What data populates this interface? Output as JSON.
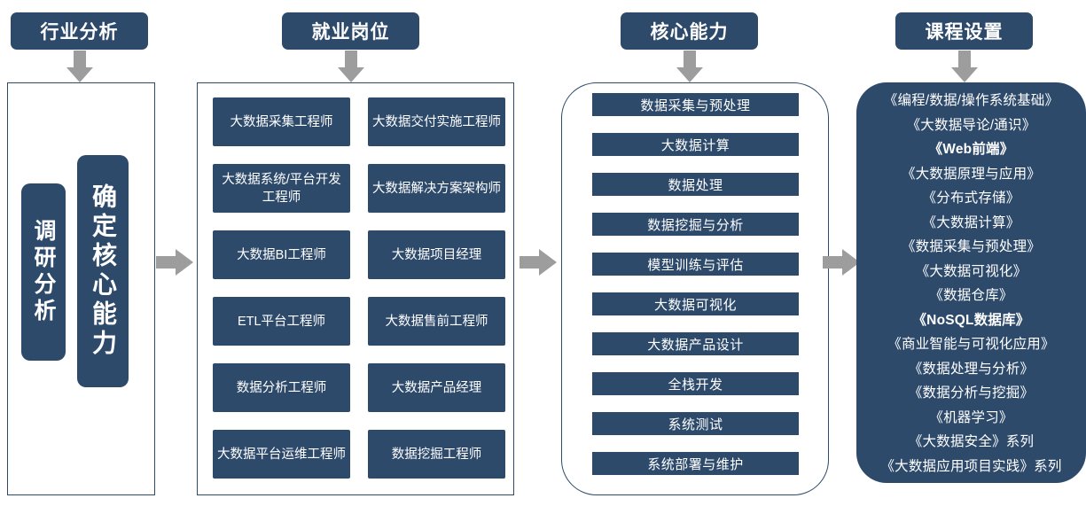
{
  "headers": [
    {
      "label": "行业分析"
    },
    {
      "label": "就业岗位"
    },
    {
      "label": "核心能力"
    },
    {
      "label": "课程设置"
    }
  ],
  "industry_analysis": {
    "boxes": [
      {
        "label": "调研分析"
      },
      {
        "label": "确定核心能力"
      }
    ]
  },
  "jobs": {
    "items": [
      {
        "label": "大数据采集工程师"
      },
      {
        "label": "大数据交付实施工程师"
      },
      {
        "label": "大数据系统/平台开发工程师"
      },
      {
        "label": "大数据解决方案架构师"
      },
      {
        "label": "大数据BI工程师"
      },
      {
        "label": "大数据项目经理"
      },
      {
        "label": "ETL平台工程师"
      },
      {
        "label": "大数据售前工程师"
      },
      {
        "label": "数据分析工程师"
      },
      {
        "label": "大数据产品经理"
      },
      {
        "label": "大数据平台运维工程师"
      },
      {
        "label": "数据挖掘工程师"
      }
    ]
  },
  "abilities": {
    "items": [
      {
        "label": "数据采集与预处理"
      },
      {
        "label": "大数据计算"
      },
      {
        "label": "数据处理"
      },
      {
        "label": "数据挖掘与分析"
      },
      {
        "label": "模型训练与评估"
      },
      {
        "label": "大数据可视化"
      },
      {
        "label": "大数据产品设计"
      },
      {
        "label": "全栈开发"
      },
      {
        "label": "系统测试"
      },
      {
        "label": "系统部署与维护"
      }
    ]
  },
  "courses": {
    "items": [
      {
        "label": "《编程/数据/操作系统基础》"
      },
      {
        "label": "《大数据导论/通识》"
      },
      {
        "label": "《Web前端》"
      },
      {
        "label": "《大数据原理与应用》"
      },
      {
        "label": "《分布式存储》"
      },
      {
        "label": "《大数据计算》"
      },
      {
        "label": "《数据采集与预处理》"
      },
      {
        "label": "《大数据可视化》"
      },
      {
        "label": "《数据仓库》"
      },
      {
        "label": "《NoSQL数据库》"
      },
      {
        "label": "《商业智能与可视化应用》"
      },
      {
        "label": "《数据处理与分析》"
      },
      {
        "label": "《数据分析与挖掘》"
      },
      {
        "label": "《机器学习》"
      },
      {
        "label": "《大数据安全》系列"
      },
      {
        "label": "《大数据应用项目实践》系列"
      }
    ]
  },
  "colors": {
    "navy": "#2d4a6b",
    "arrow_gray": "#9d9d9d",
    "white": "#ffffff"
  },
  "icons": {
    "down_arrow": "down-arrow-icon",
    "right_arrow": "right-arrow-icon"
  }
}
